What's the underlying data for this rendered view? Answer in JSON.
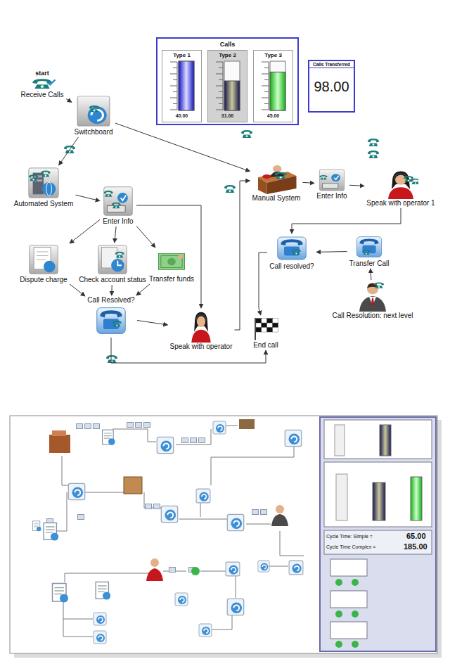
{
  "diagram": {
    "nodes": [
      {
        "text": [
          "Calls"
        ]
      },
      {
        "text": [
          "Type 1",
          "40.00"
        ],
        "in": 0
      },
      {
        "text": [
          "Type 2",
          "31.00"
        ],
        "in": 0
      },
      {
        "text": [
          "Type 3",
          "45.00"
        ],
        "in": 0
      },
      {
        "text": [
          "Calls Transferred",
          "98.00"
        ]
      },
      {
        "text": [
          "start",
          "Receive Calls"
        ]
      },
      {
        "text": [
          "Switchboard"
        ]
      },
      {
        "text": [
          "Automated System"
        ]
      },
      {
        "text": [
          "Enter Info"
        ]
      },
      {
        "text": [
          "Manual System"
        ]
      },
      {
        "text": [
          "Enter Info"
        ]
      },
      {
        "text": [
          "Speak with operator 1"
        ]
      },
      {
        "text": [
          "Call resolved?"
        ]
      },
      {
        "text": [
          "Transfer Call"
        ]
      },
      {
        "text": [
          "Call Resolution: next level"
        ]
      },
      {
        "text": [
          "Dispute charge"
        ]
      },
      {
        "text": [
          "Check account status"
        ]
      },
      {
        "text": [
          "Transfer funds"
        ]
      },
      {
        "text": [
          "Call Resolved?"
        ]
      },
      {
        "text": [
          "Speak with operator"
        ]
      },
      {
        "text": [
          "End call"
        ]
      }
    ],
    "edges": [
      {
        "from": 5,
        "to": 6,
        "arrow": "to"
      },
      {
        "from": 6,
        "to": 7,
        "arrow": "to"
      },
      {
        "from": 6,
        "to": 9,
        "arrow": "to"
      },
      {
        "from": 7,
        "to": 8,
        "arrow": "to"
      },
      {
        "from": 8,
        "to": 15,
        "arrow": "to"
      },
      {
        "from": 8,
        "to": 16,
        "arrow": "to"
      },
      {
        "from": 8,
        "to": 17,
        "arrow": "to"
      },
      {
        "from": 8,
        "to": 19,
        "arrow": "to"
      },
      {
        "from": 15,
        "to": 18,
        "arrow": "to"
      },
      {
        "from": 16,
        "to": 18,
        "arrow": "to"
      },
      {
        "from": 17,
        "to": 18,
        "arrow": "to"
      },
      {
        "from": 18,
        "to": 19,
        "arrow": "to"
      },
      {
        "from": 18,
        "to": 20,
        "arrow": "to"
      },
      {
        "from": 19,
        "to": 9,
        "arrow": "to"
      },
      {
        "from": 9,
        "to": 10,
        "arrow": "to"
      },
      {
        "from": 10,
        "to": 11,
        "arrow": "to"
      },
      {
        "from": 11,
        "to": 12,
        "arrow": "to"
      },
      {
        "from": 12,
        "to": 20,
        "arrow": "to"
      },
      {
        "from": 13,
        "to": 12,
        "arrow": "to"
      },
      {
        "from": 14,
        "to": 13,
        "arrow": "to"
      }
    ],
    "labels": [
      "Cycle Time: Simple =",
      "65.00",
      "Cycle Time Complex =",
      "185.00"
    ]
  }
}
